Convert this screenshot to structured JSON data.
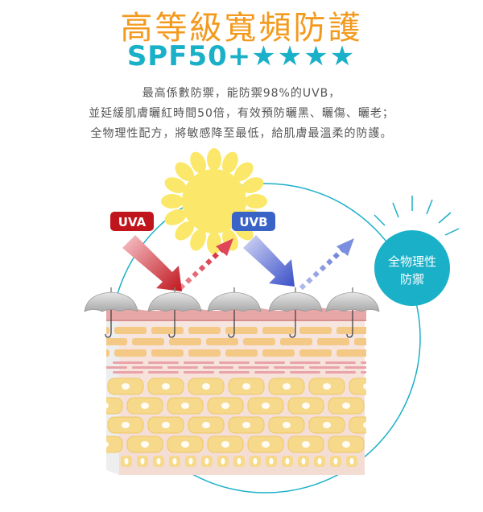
{
  "header": {
    "title": "高等級寬頻防護",
    "spf": "SPF50+",
    "stars": "★★★★"
  },
  "description": {
    "line1": "最高係數防禦，能防禦98%的UVB，",
    "line2": "並延緩肌膚曬紅時間50倍，有效預防曬黑、曬傷、曬老；",
    "line3": "全物理性配方，將敏感降至最低，給肌膚最溫柔的防護。"
  },
  "illustration": {
    "uva_label": "UVA",
    "uvb_label": "UVB",
    "badge_line1": "全物理性",
    "badge_line2": "防禦",
    "colors": {
      "orange": "#f39a1e",
      "teal": "#1ab0c8",
      "uva_red": "#c0151c",
      "uvb_blue": "#3a63c8",
      "sun": "#fbe86a",
      "skin_top": "#e8a7a7",
      "fat": "#f6dc8a"
    }
  }
}
